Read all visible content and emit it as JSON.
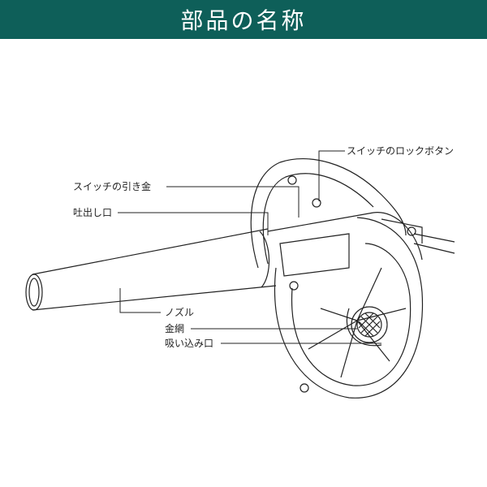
{
  "header": {
    "title": "部品の名称",
    "color": "#0e5f59"
  },
  "labels": {
    "lock_button": "スイッチのロックボタン",
    "trigger": "スイッチの引き金",
    "outlet": "吐出し口",
    "nozzle": "ノズル",
    "mesh": "金網",
    "intake": "吸い込み口"
  }
}
